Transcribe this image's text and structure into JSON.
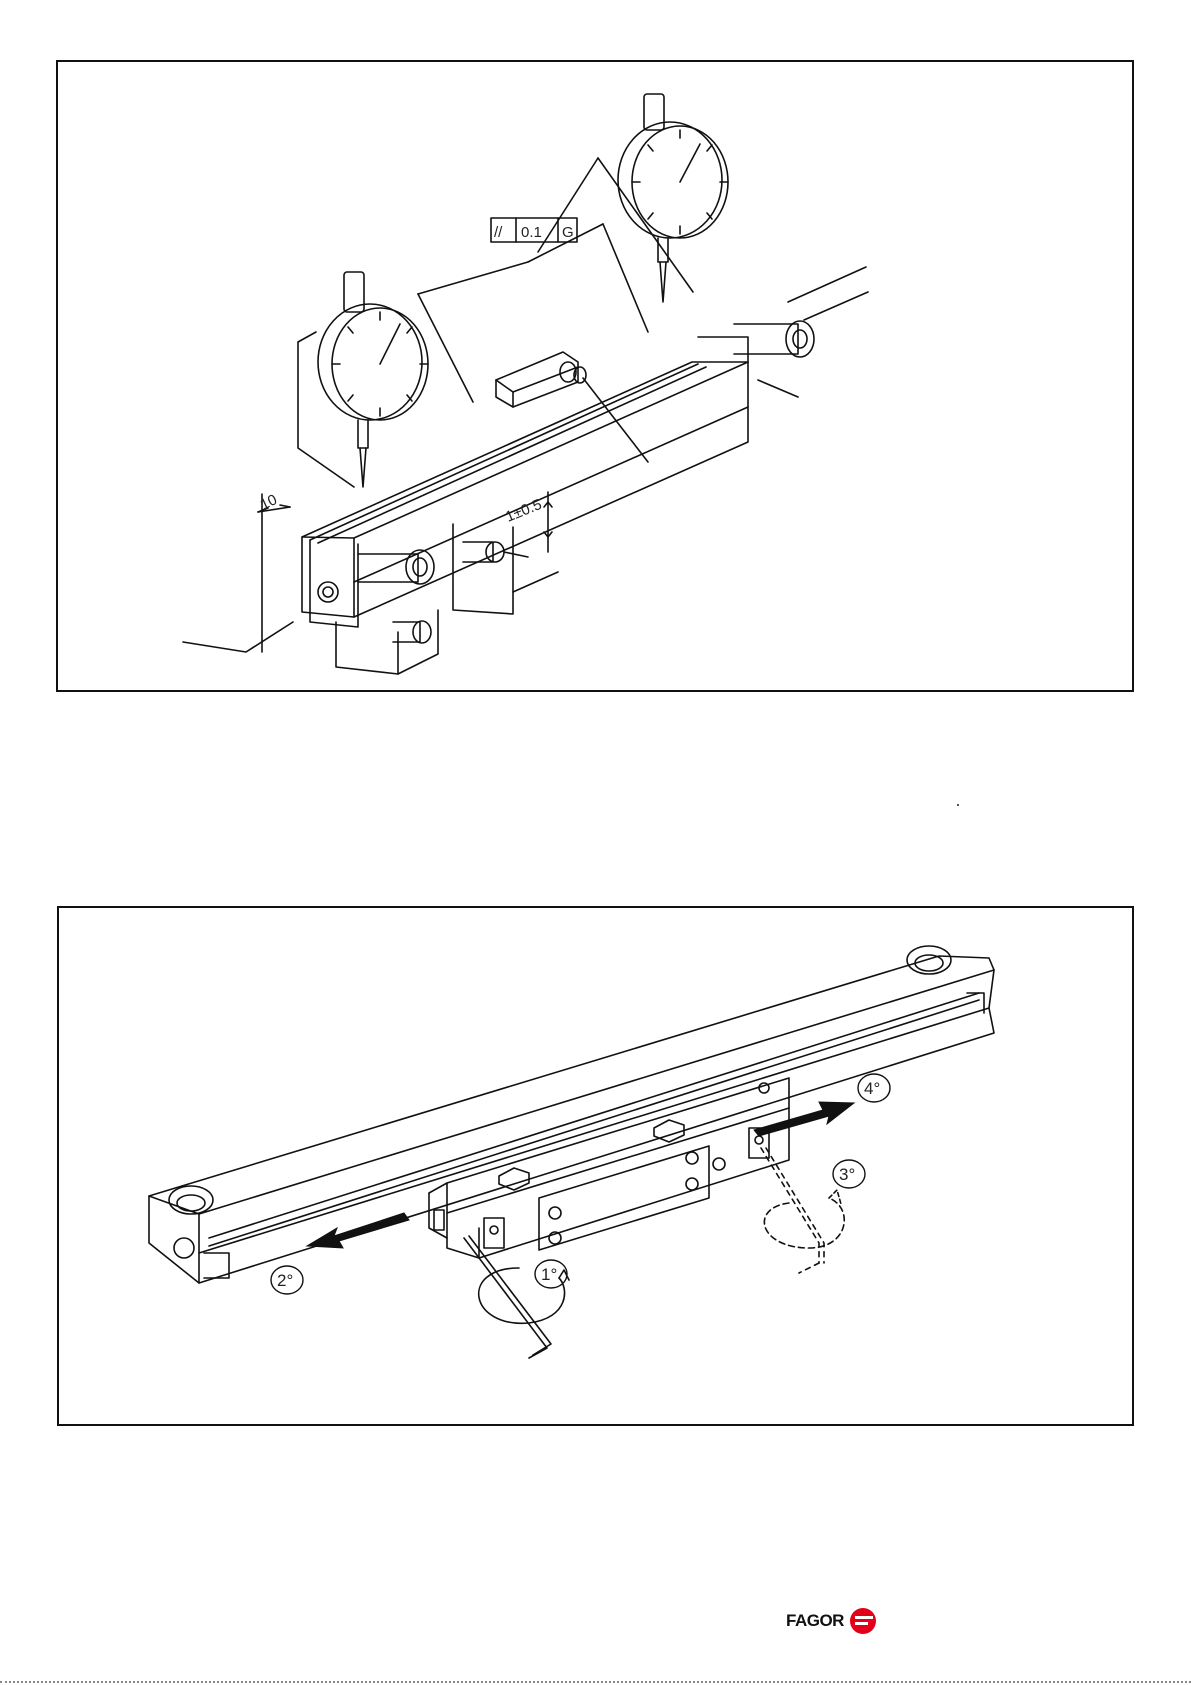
{
  "figure1": {
    "tolerance_symbol": "//",
    "tolerance_value": "0.1",
    "tolerance_datum": "G",
    "dimension_distance": "10",
    "dimension_gap": "1±0.5"
  },
  "figure2": {
    "step1": "1°",
    "step2": "2°",
    "step3": "3°",
    "step4": "4°"
  },
  "footer": {
    "logo_text": "FAGOR"
  },
  "colors": {
    "line": "#111111",
    "logo_red": "#e3001b"
  }
}
